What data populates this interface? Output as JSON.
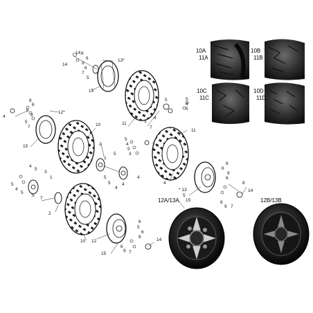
{
  "callouts": {
    "c1": "1",
    "c2": "2",
    "c3": "3",
    "c4": "4",
    "c5": "5",
    "c6": "6",
    "c7": "7",
    "c8": "8",
    "c9": "9",
    "c10": "10",
    "c11": "11",
    "c12": "12",
    "c13": "13",
    "c14": "14",
    "c15": "15",
    "c12star": "12*",
    "c13star": "13*",
    "cstar13": "* 13"
  },
  "tire_variants": [
    {
      "top": "10A",
      "bottom": "11A"
    },
    {
      "top": "10B",
      "bottom": "11B"
    },
    {
      "top": "10C",
      "bottom": "11C"
    },
    {
      "top": "10D",
      "bottom": "11D"
    }
  ],
  "rim_variants": [
    {
      "label": "12A/13A"
    },
    {
      "label": "12B/13B"
    }
  ],
  "colors": {
    "tire": "#1a1a1a",
    "rim_chrome": "#bfbfbf",
    "rim_black": "#141414",
    "outline": "#111111"
  }
}
